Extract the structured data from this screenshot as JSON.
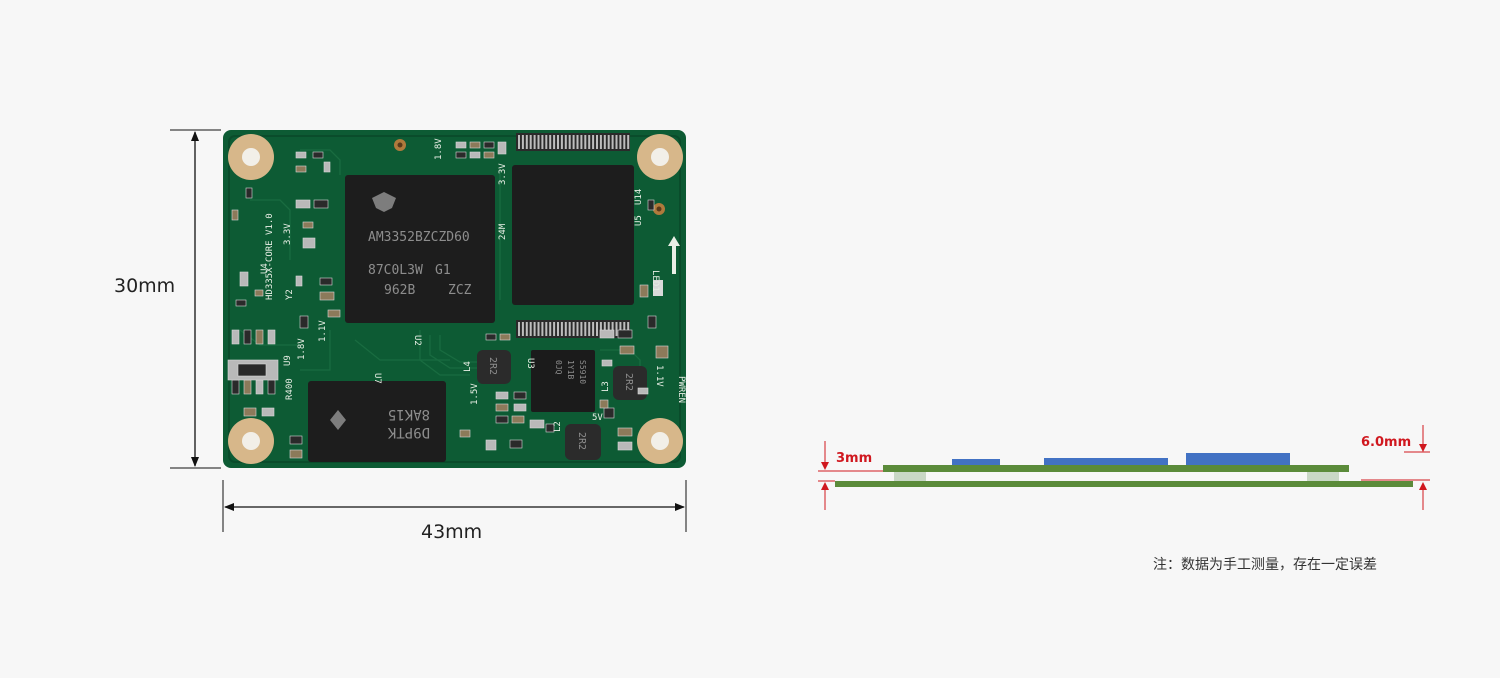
{
  "dimensions": {
    "height_label": "30mm",
    "width_label": "43mm",
    "thickness_small": "3mm",
    "thickness_total": "6.0mm"
  },
  "note": "注：数据为手工测量，存在一定误差",
  "board": {
    "silkscreen": {
      "model": "HD335X-CORE V1.0",
      "voltage_33": "3.3V",
      "v18": "1.8V",
      "v11": "1.1V",
      "v15": "1.5V",
      "v33b": "3.3V",
      "m24": "24M",
      "u4": "U4",
      "y2": "Y2",
      "r400": "R400",
      "u9": "U9",
      "u2": "U2",
      "u7": "U7",
      "u5": "U5",
      "u14": "U14",
      "led1": "LED1",
      "l4": "L4",
      "u3": "U3",
      "l3": "L3",
      "l2": "L2",
      "v5": "5V",
      "pwren": "PWREN",
      "l1": "1.1V"
    },
    "cpu": {
      "line1": "AM3352BZCZD60",
      "line2": "87C0L3W",
      "line2b": "G1",
      "line3": "962B",
      "line3b": "ZCZ"
    },
    "flash": {
      "line1": "D9PTK",
      "line2": "8AK15"
    },
    "pmic": {
      "line1": "S5910",
      "line2": "1Y1B",
      "line3": "0JQ"
    },
    "inductors": {
      "a": "2R2",
      "b": "2R2",
      "c": "2R2"
    }
  },
  "colors": {
    "pcb": "#0d5b34",
    "pcb_dark": "#084a2a",
    "chip": "#1d1d1d",
    "pad": "#d7b78a",
    "dimension_red": "#d0181f",
    "side_board": "#5b8b3a",
    "side_component": "#4272c4",
    "side_spacer": "#c9d8c6"
  }
}
